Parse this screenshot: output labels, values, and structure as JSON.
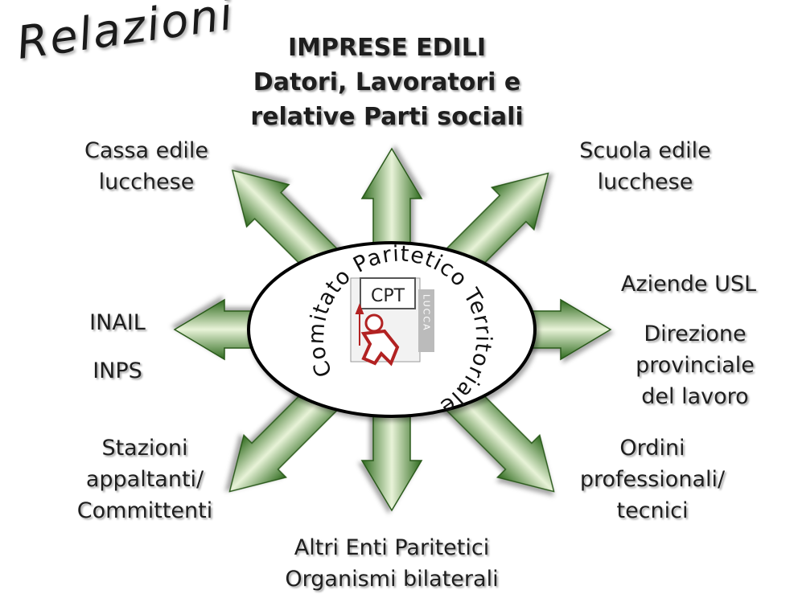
{
  "title": "Relazioni",
  "center": {
    "arc_text": "Comitato Paritetico Territoriale Lucca -",
    "logo_text": "CPT",
    "logo_side_text": "LUCCA"
  },
  "nodes": {
    "top": [
      "IMPRESE EDILI",
      "Datori, Lavoratori e",
      "relative Parti sociali"
    ],
    "top_left": [
      "Cassa edile",
      "lucchese"
    ],
    "top_right": [
      "Scuola edile",
      "lucchese"
    ],
    "left": [
      "INAIL",
      "INPS"
    ],
    "right_1": [
      "Aziende USL"
    ],
    "right_2": [
      "Direzione",
      "provinciale",
      "del lavoro"
    ],
    "bottom_left": [
      "Stazioni",
      "appaltanti/",
      "Committenti"
    ],
    "bottom_right": [
      "Ordini",
      "professionali/",
      "tecnici"
    ],
    "bottom": [
      "Altri Enti Paritetici",
      "Organismi bilaterali"
    ]
  },
  "colors": {
    "arrow_dark": "#2f6b1e",
    "arrow_light": "#e8f3d8",
    "arrow_mid": "#7fb357",
    "ellipse_fill": "#ffffff",
    "ellipse_stroke": "#000000",
    "logo_red": "#b22222"
  }
}
